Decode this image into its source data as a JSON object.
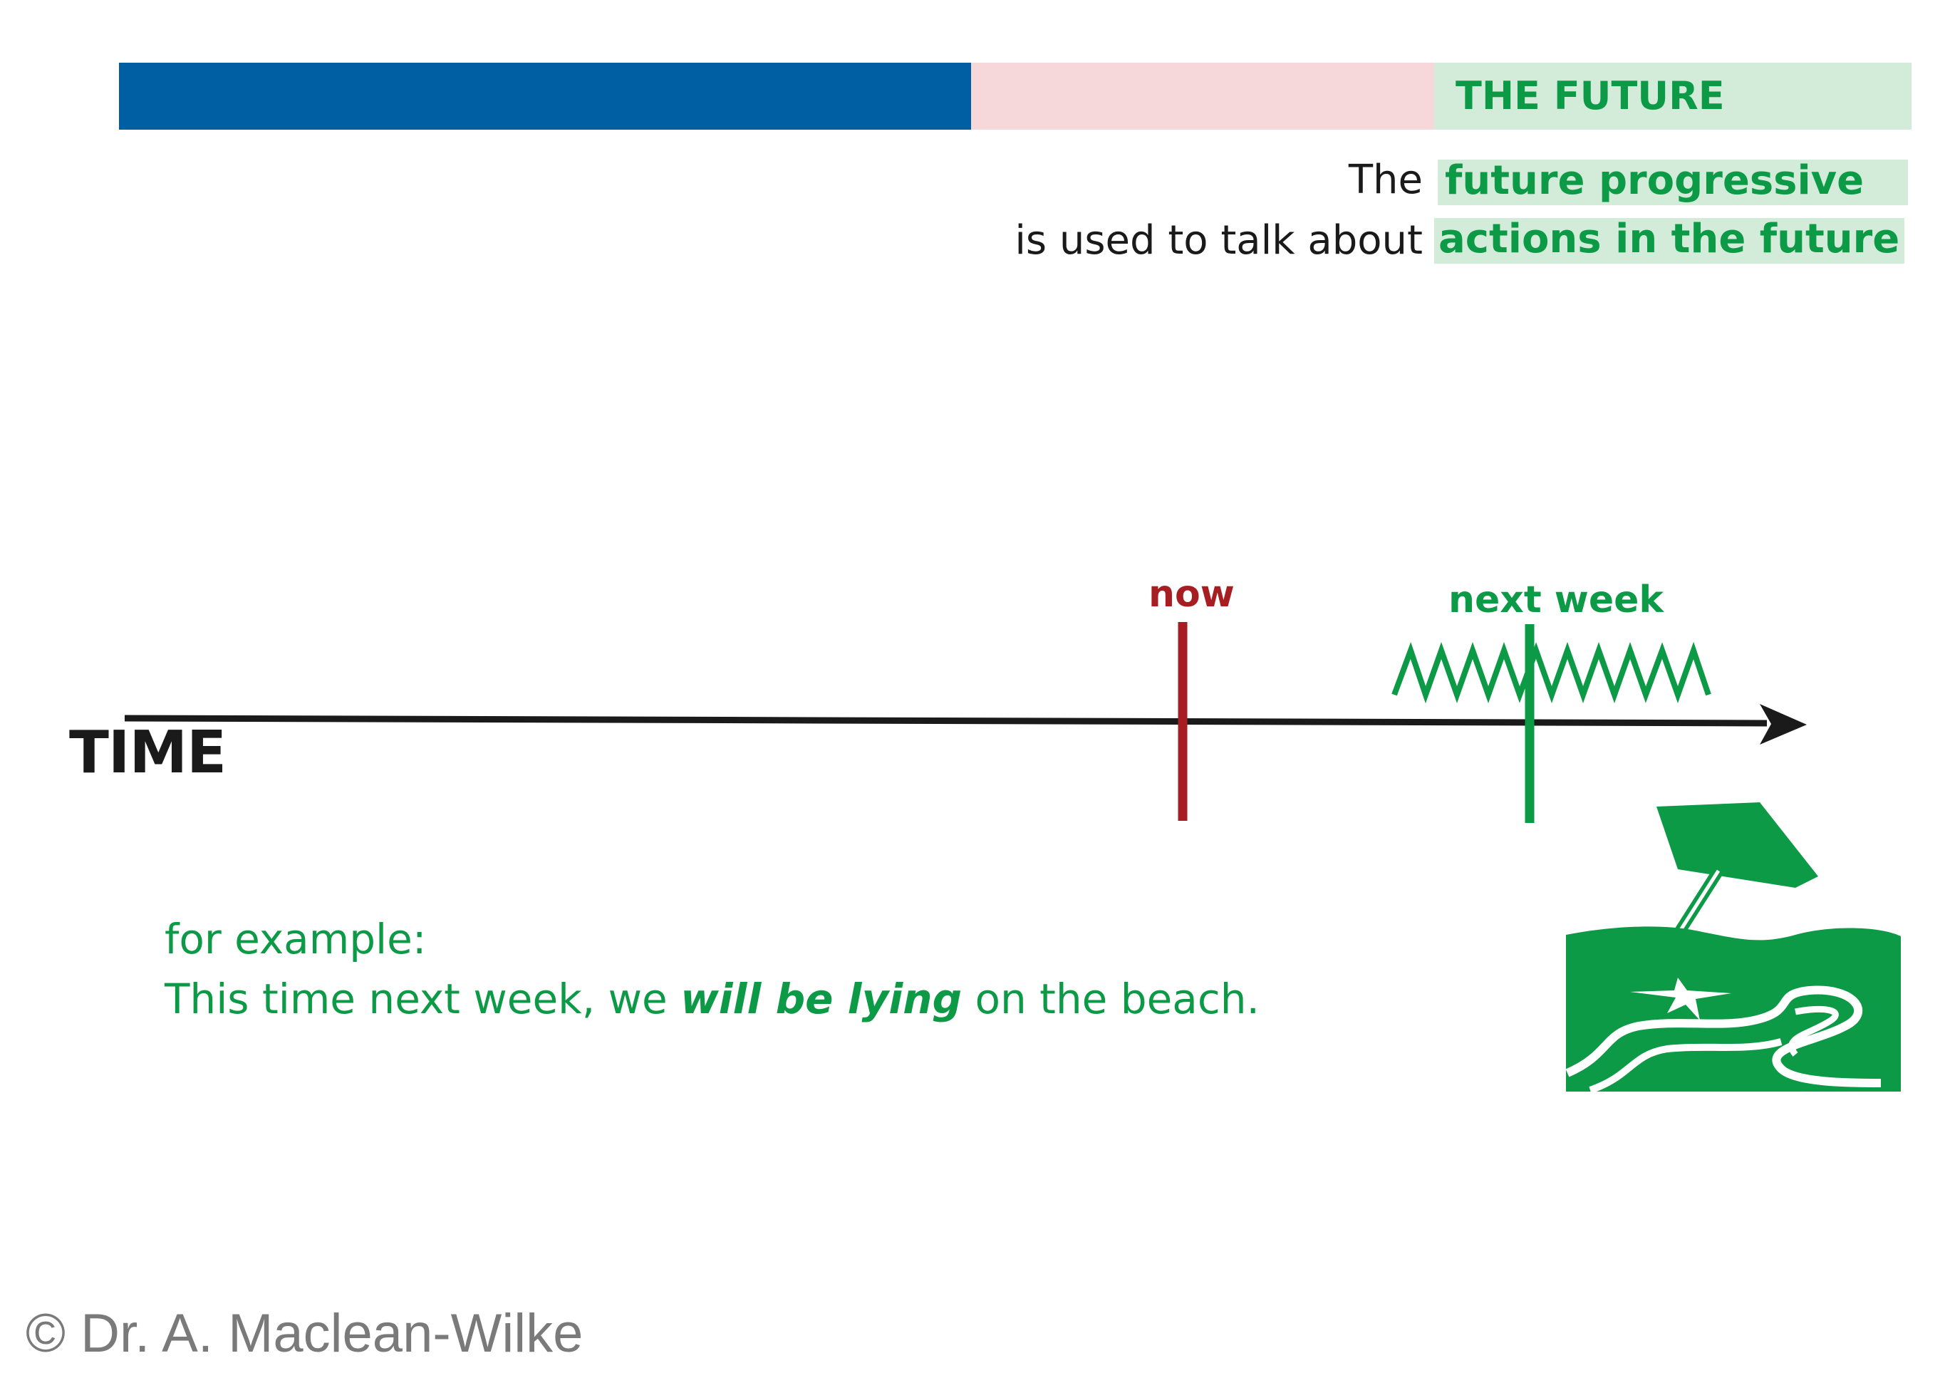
{
  "colors": {
    "past": "#005ea2",
    "present": "#f6d8da",
    "future_band": "#d2ecd9",
    "future_text": "#0d9a47",
    "now_marker": "#a61e22",
    "axis": "#1a1a1a",
    "copyright": "#7a7a7a"
  },
  "header": {
    "future_title": "THE FUTURE"
  },
  "definition": {
    "line1_prefix": "The",
    "line1_highlight": "future progressive",
    "line2_prefix": "is used to talk about",
    "line2_highlight": "actions in the future"
  },
  "timeline": {
    "axis_label": "TIME",
    "now_label": "now",
    "next_week_label": "next week"
  },
  "example": {
    "intro": "for example:",
    "sentence_before": "This time next week, we ",
    "sentence_emphasis": "will be lying",
    "sentence_after": " on the beach."
  },
  "icons": {
    "activity": "zigzag-activity-icon",
    "scene": "beach-umbrella-icon"
  },
  "footer": {
    "copyright": "© Dr. A. Maclean-Wilke"
  }
}
